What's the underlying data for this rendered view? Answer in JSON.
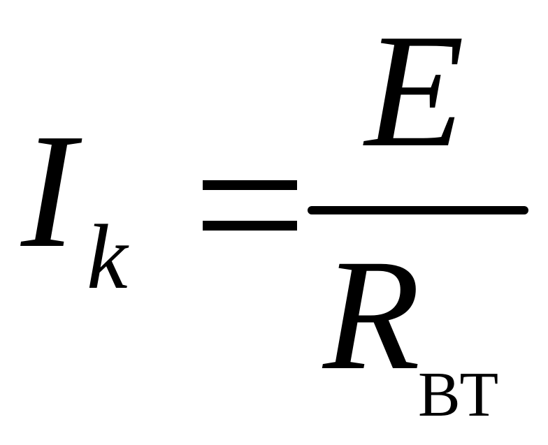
{
  "formula": {
    "lhs_symbol": "I",
    "lhs_subscript": "k",
    "equals": "=",
    "numerator": "E",
    "denominator_symbol": "R",
    "denominator_subscript": "ВТ"
  },
  "colors": {
    "ink": "#000000",
    "background": "#ffffff"
  }
}
